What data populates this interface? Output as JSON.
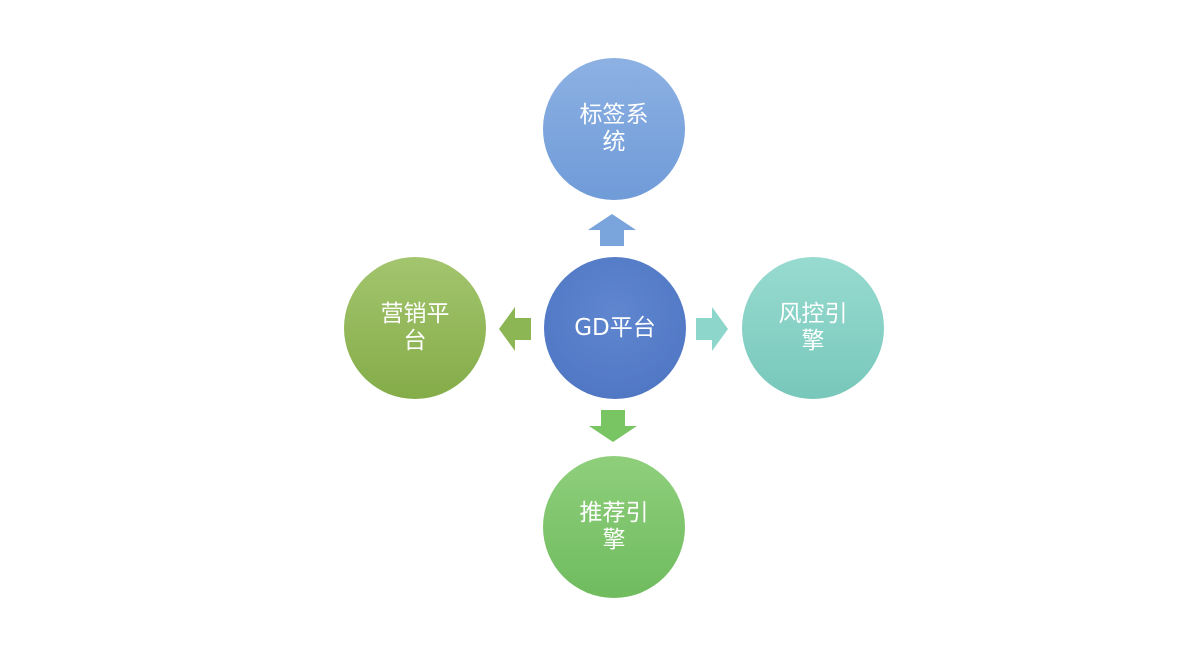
{
  "diagram": {
    "center": {
      "label": "GD平台",
      "color": "#5279c5"
    },
    "top": {
      "label": "标签系统",
      "color": "#7ea6dd"
    },
    "right": {
      "label": "风控引擎",
      "color": "#86d0c4"
    },
    "bottom": {
      "label": "推荐引擎",
      "color": "#7cc56b"
    },
    "left": {
      "label": "营销平台",
      "color": "#93b85a"
    },
    "arrow_colors": {
      "up": "#7aa5dc",
      "right": "#8dd6cb",
      "down": "#79c463",
      "left": "#8cb553"
    }
  }
}
